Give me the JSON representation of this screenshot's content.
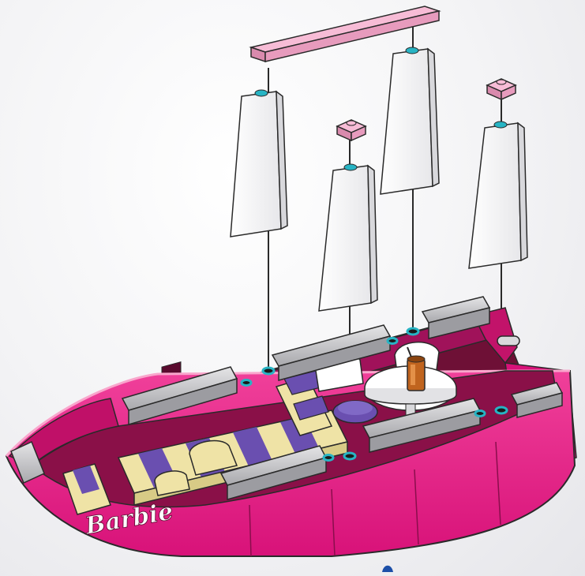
{
  "diagram": {
    "brand_logo_text": "Barbie",
    "colors": {
      "hull": "#e0147e",
      "hull_dark": "#a40d5c",
      "hull_light": "#f04a9c",
      "deck": "#7a1240",
      "sail": "#ffffff",
      "rail": "#c9c9cc",
      "pink_plate": "#f0a6c5",
      "stud_ring": "#27b4c4",
      "cushion_purple": "#6a4fb0",
      "cushion_yellow": "#efe3a6",
      "table_top": "#f6f6f6",
      "drink": "#c0641e"
    },
    "parts": {
      "sails": 4,
      "top_plates": 3,
      "masts": 4
    }
  }
}
